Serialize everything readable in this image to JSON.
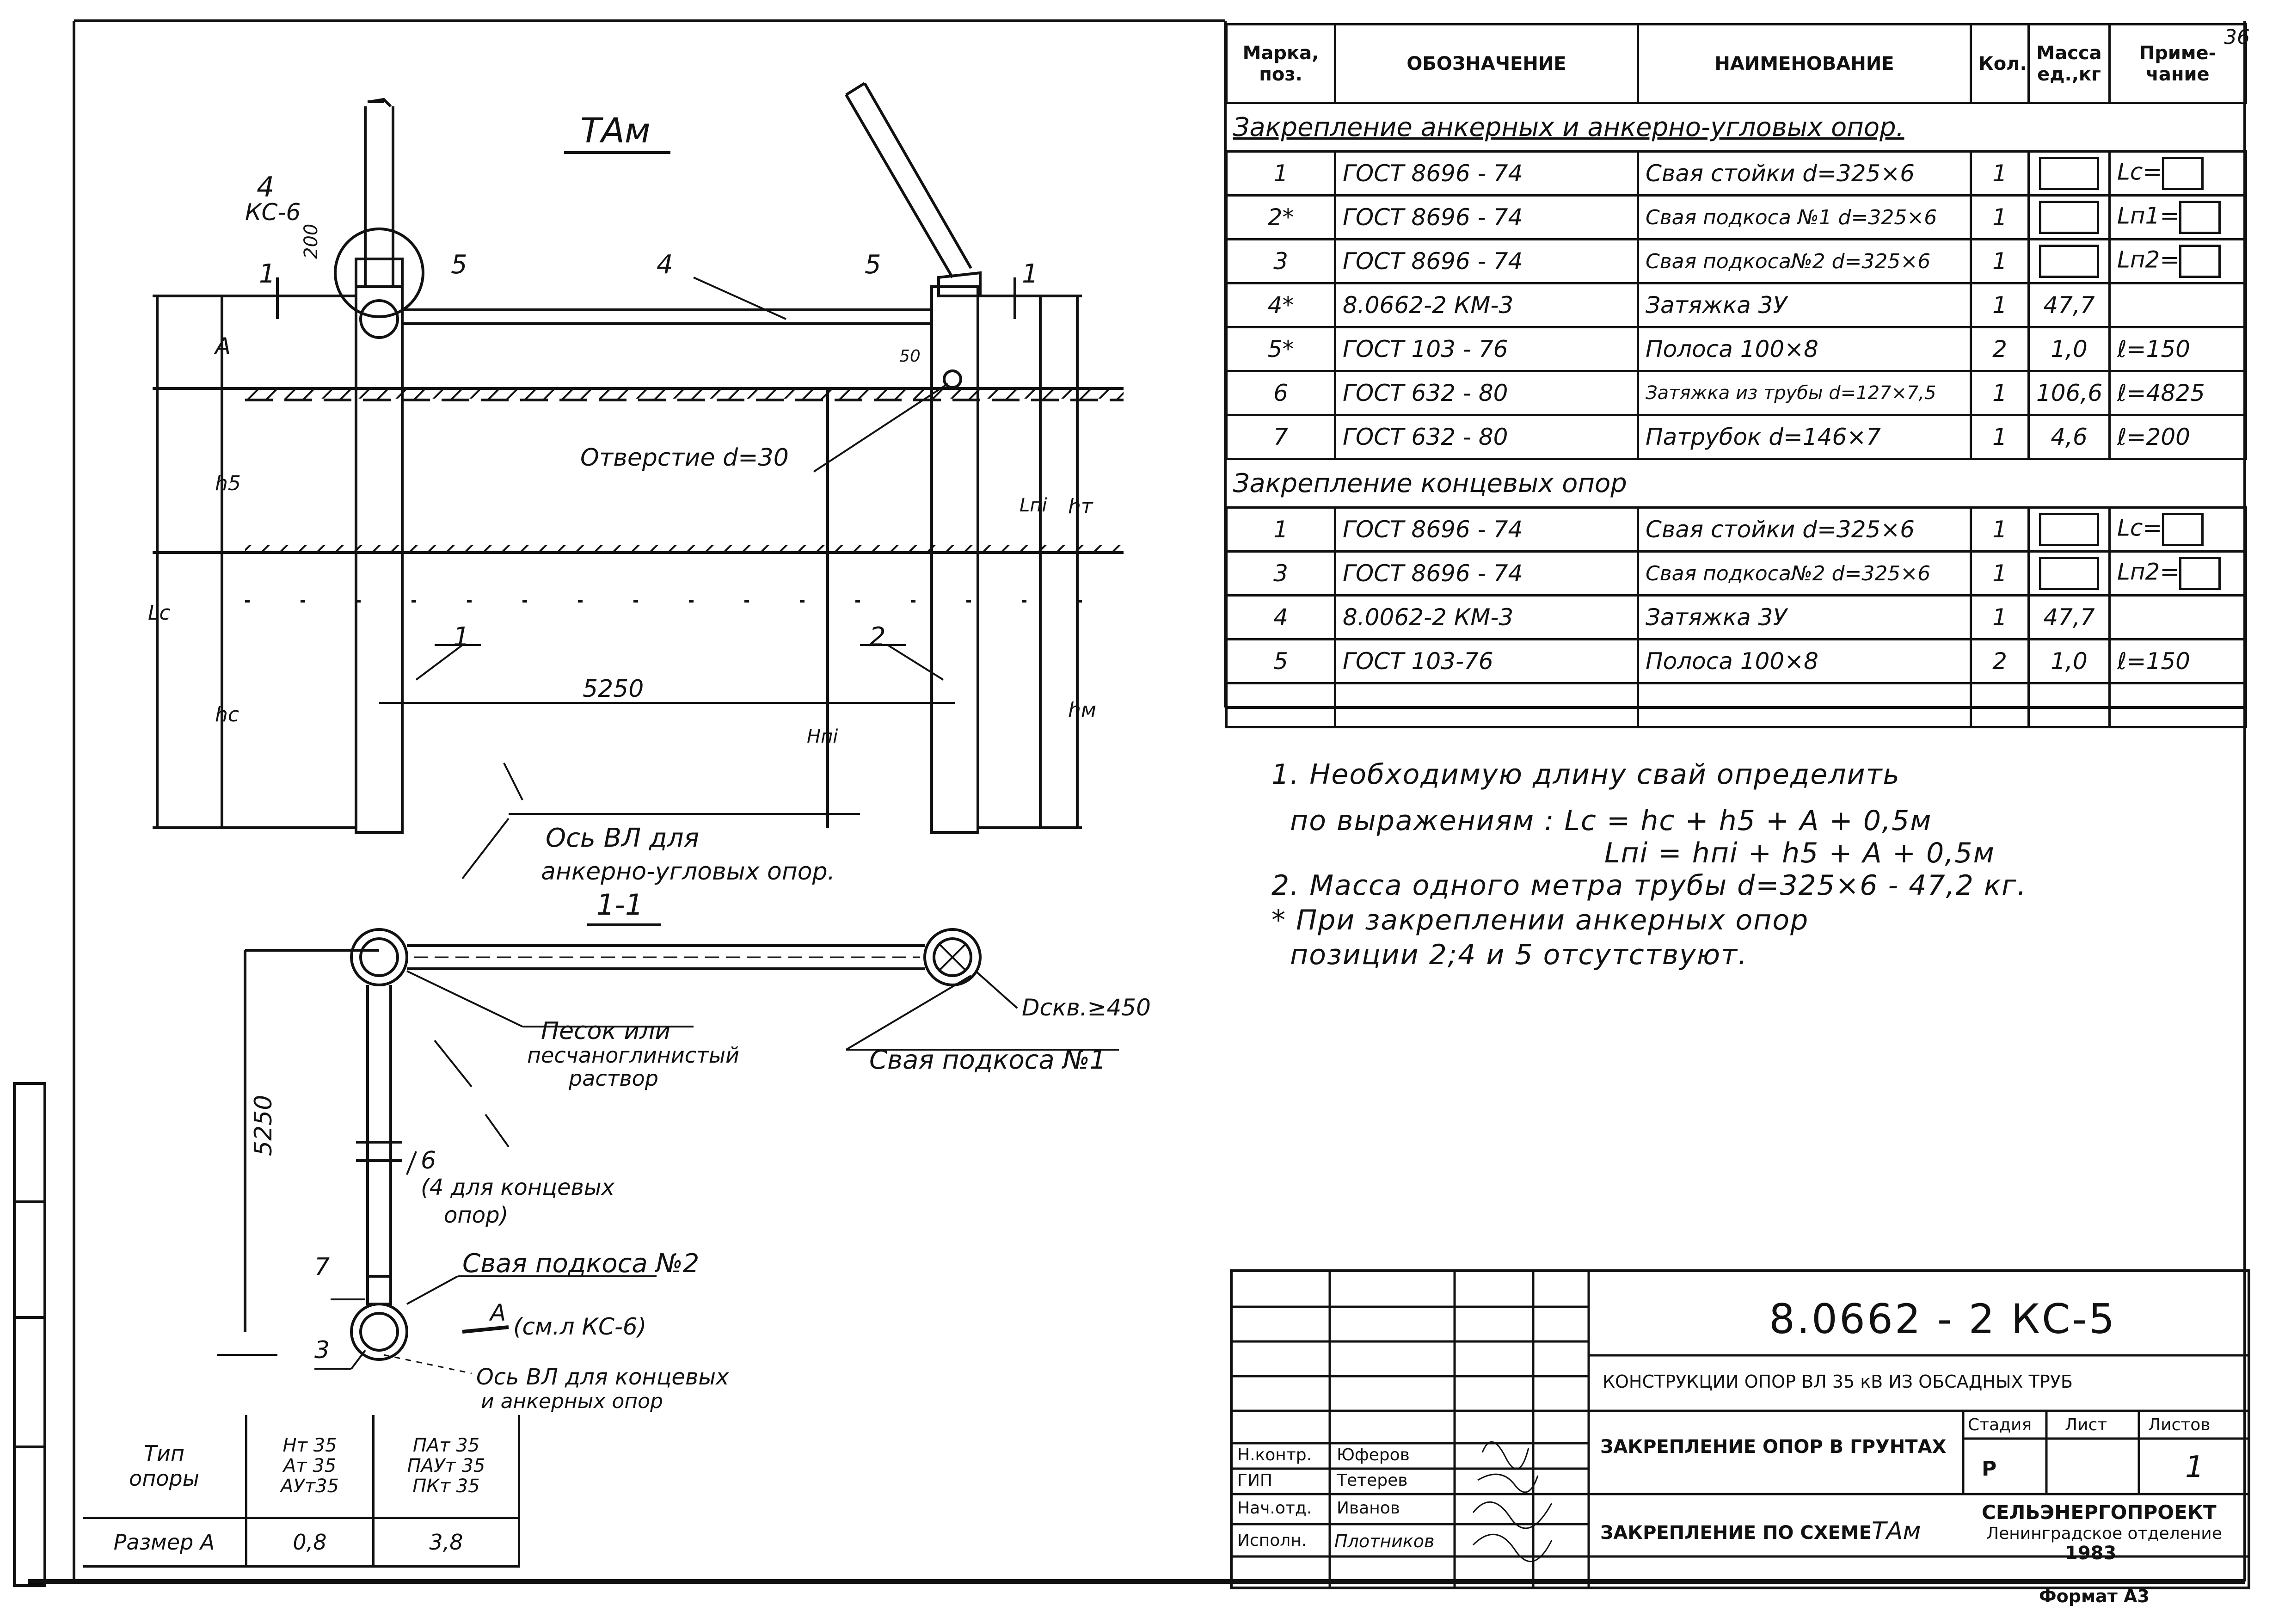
{
  "page_number": "36",
  "drawing": {
    "title": "ТАм",
    "section_title": "1-1",
    "labels": {
      "node4_num": "4",
      "node4_ref": "КС-6",
      "dim_200": "200",
      "pos5_left": "5",
      "pos4": "4",
      "pos5_right": "5",
      "sect1_left": "1",
      "sect1_right": "1",
      "dim_A": "А",
      "dim_hb": "h5",
      "dim_Lc": "Lс",
      "dim_hc": "hс",
      "dim_50": "50",
      "dim_Lni": "Lпi",
      "dim_hT": "hт",
      "dim_Hni": "Hпi",
      "dim_hm": "hм",
      "hole": "Отверстие d=30",
      "pos1": "1",
      "pos2": "2",
      "span": "5250",
      "axis_anchor_1": "Ось ВЛ для",
      "axis_anchor_2": "анкерно-угловых опор.",
      "sand_1": "Песок или",
      "sand_2": "песчаноглинистый",
      "sand_2b": "раствор",
      "dia": "Dскв.≥450",
      "pile1": "Свая подкоса №1",
      "dim_5250_v": "5250",
      "pos6": "6",
      "pos6_note_1": "(4 для концевых",
      "pos6_note_2": "опор)",
      "pile2": "Свая подкоса №2",
      "pos7": "7",
      "pos3": "3",
      "ref_A": "А",
      "ref_A_note": "(см.л КС-6)",
      "axis_end_1": "Ось ВЛ для концевых",
      "axis_end_2": "и анкерных опор"
    }
  },
  "spec_table": {
    "headers": [
      "Марка, поз.",
      "ОБОЗНАЧЕНИЕ",
      "НАИМЕНОВАНИЕ",
      "Кол.",
      "Масса ед.,кг",
      "Приме- чание"
    ],
    "section1": "Закрепление анкерных и анкерно-угловых опор.",
    "rows1": [
      {
        "pos": "1",
        "doc": "ГОСТ 8696 - 74",
        "name": "Свая стойки d=325×6",
        "qty": "1",
        "mass": "",
        "note": "Lс="
      },
      {
        "pos": "2*",
        "doc": "ГОСТ 8696 - 74",
        "name": "Свая подкоса №1 d=325×6",
        "qty": "1",
        "mass": "",
        "note": "Lп1="
      },
      {
        "pos": "3",
        "doc": "ГОСТ 8696 - 74",
        "name": "Свая подкоса№2 d=325×6",
        "qty": "1",
        "mass": "",
        "note": "Lп2="
      },
      {
        "pos": "4*",
        "doc": "8.0662-2 КМ-3",
        "name": "Затяжка 3У",
        "qty": "1",
        "mass": "47,7",
        "note": ""
      },
      {
        "pos": "5*",
        "doc": "ГОСТ 103 - 76",
        "name": "Полоса 100×8",
        "qty": "2",
        "mass": "1,0",
        "note": "ℓ=150"
      },
      {
        "pos": "6",
        "doc": "ГОСТ 632 - 80",
        "name": "Затяжка из трубы d=127×7,5",
        "qty": "1",
        "mass": "106,6",
        "note": "ℓ=4825"
      },
      {
        "pos": "7",
        "doc": "ГОСТ 632 - 80",
        "name": "Патрубок d=146×7",
        "qty": "1",
        "mass": "4,6",
        "note": "ℓ=200"
      }
    ],
    "section2": "Закрепление концевых опор",
    "rows2": [
      {
        "pos": "1",
        "doc": "ГОСТ 8696 - 74",
        "name": "Свая стойки d=325×6",
        "qty": "1",
        "mass": "",
        "note": "Lс="
      },
      {
        "pos": "3",
        "doc": "ГОСТ 8696 - 74",
        "name": "Свая подкоса№2 d=325×6",
        "qty": "1",
        "mass": "",
        "note": "Lп2="
      },
      {
        "pos": "4",
        "doc": "8.0062-2 КМ-3",
        "name": "Затяжка 3У",
        "qty": "1",
        "mass": "47,7",
        "note": ""
      },
      {
        "pos": "5",
        "doc": "ГОСТ 103-76",
        "name": "Полоса 100×8",
        "qty": "2",
        "mass": "1,0",
        "note": "ℓ=150"
      }
    ]
  },
  "notes": [
    "1. Необходимую длину свай определить",
    "по выражениям : Lс = hс + h5 + A + 0,5м",
    "Lпi = hпi + h5 + A + 0,5м",
    "2. Масса одного метра трубы d=325×6 - 47,2 кг.",
    "* При закреплении анкерных опор",
    "позиции 2;4 и 5 отсутствуют."
  ],
  "type_table": {
    "label_1": "Тип",
    "label_2": "опоры",
    "col1": [
      "Нт 35",
      "Ат 35",
      "АУт35"
    ],
    "col2": [
      "ПАт 35",
      "ПАУт 35",
      "ПКт 35"
    ],
    "size_label": "Размер А",
    "size_1": "0,8",
    "size_2": "3,8"
  },
  "title_block": {
    "code": "8.0662 - 2 КС-5",
    "project": "КОНСТРУКЦИИ ОПОР ВЛ 35 кВ ИЗ ОБСАДНЫХ ТРУБ",
    "title1": "ЗАКРЕПЛЕНИЕ ОПОР В ГРУНТАХ",
    "title2": "ЗАКРЕПЛЕНИЕ ПО СХЕМЕ",
    "title2_hand": "ТАм",
    "stage_label": "Стадия",
    "sheet_label": "Лист",
    "sheets_label": "Листов",
    "stage": "Р",
    "sheet": "",
    "sheets": "1",
    "org1": "СЕЛЬЭНЕРГОПРОЕКТ",
    "org2": "Ленинградское отделение",
    "year": "1983",
    "format": "Формат А3",
    "roles": [
      {
        "role": "Н.контр.",
        "name": "Юферов"
      },
      {
        "role": "ГИП",
        "name": "Тетерев"
      },
      {
        "role": "Нач.отд.",
        "name": "Иванов"
      },
      {
        "role": "Исполн.",
        "name": "Плотников"
      }
    ]
  }
}
